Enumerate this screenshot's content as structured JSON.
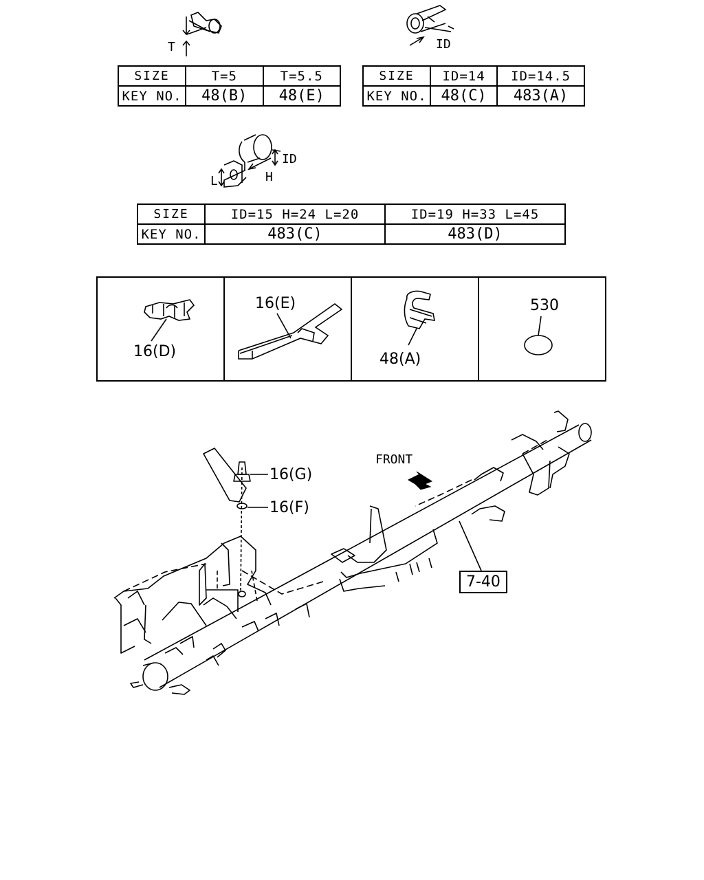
{
  "table1": {
    "size_label": "SIZE",
    "key_label": "KEY NO.",
    "sizes": [
      "T=5",
      "T=5.5"
    ],
    "keys": [
      "48(B)",
      "48(E)"
    ]
  },
  "table2": {
    "size_label": "SIZE",
    "key_label": "KEY NO.",
    "sizes": [
      "ID=14",
      "ID=14.5"
    ],
    "keys": [
      "48(C)",
      "483(A)"
    ]
  },
  "table3": {
    "size_label": "SIZE",
    "key_label": "KEY NO.",
    "sizes": [
      "ID=15 H=24 L=20",
      "ID=19 H=33 L=45"
    ],
    "keys": [
      "483(C)",
      "483(D)"
    ]
  },
  "dims": {
    "t": "T",
    "id1": "ID",
    "id2": "ID",
    "h": "H",
    "l": "L"
  },
  "parts_box": [
    "16(D)",
    "16(E)",
    "48(A)",
    "530"
  ],
  "assembly": {
    "front": "FRONT",
    "g": "16(G)",
    "f": "16(F)",
    "ref": "7-40"
  }
}
